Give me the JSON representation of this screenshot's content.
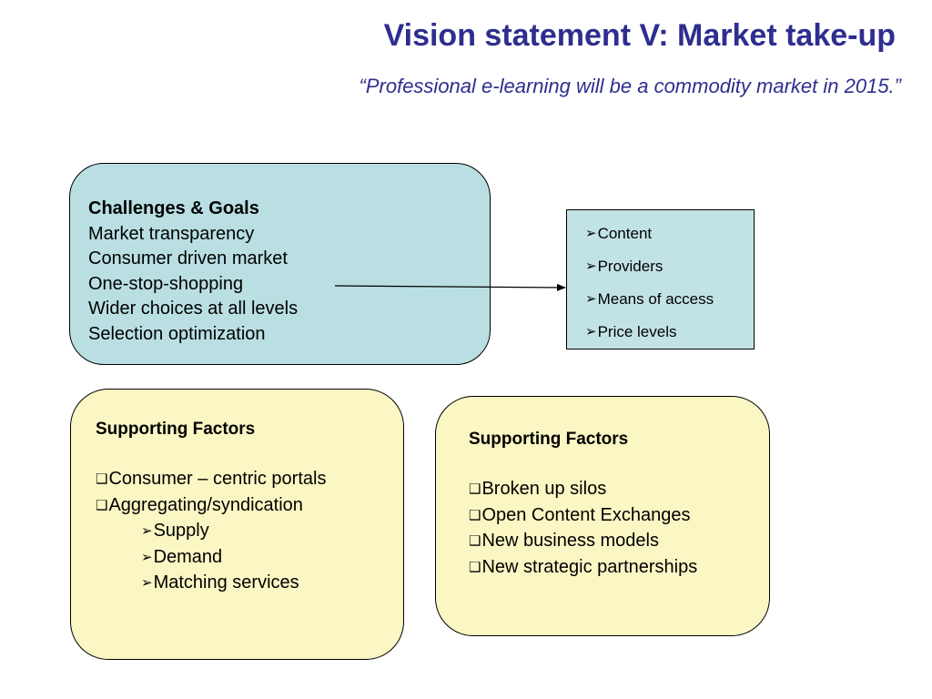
{
  "title": "Vision statement V: Market take-up",
  "subtitle": "“Professional e-learning will be a commodity market in 2015.”",
  "challenges": {
    "heading": "Challenges & Goals",
    "items": [
      "Market transparency",
      "Consumer driven market",
      "One-stop-shopping",
      "Wider choices at all levels",
      "Selection optimization"
    ]
  },
  "targets": {
    "items": [
      "Content",
      "Providers",
      "Means of access",
      "Price levels"
    ]
  },
  "left_support": {
    "heading": "Supporting Factors",
    "items": [
      "Consumer – centric portals",
      "Aggregating/syndication"
    ],
    "subitems": [
      "Supply",
      "Demand",
      "Matching services"
    ]
  },
  "right_support": {
    "heading": "Supporting Factors",
    "items": [
      "Broken up silos",
      "Open Content Exchanges",
      "New business models",
      "New strategic partnerships"
    ]
  },
  "colors": {
    "title": "#2e2e8f",
    "challenges_fill": "#b9dfe3",
    "targets_fill": "#c2e3e6",
    "support_fill": "#fbf7c4"
  },
  "icons": {
    "arrow_bullet": "arrow-bullet-icon",
    "checkbox_bullet": "checkbox-bullet-icon"
  }
}
